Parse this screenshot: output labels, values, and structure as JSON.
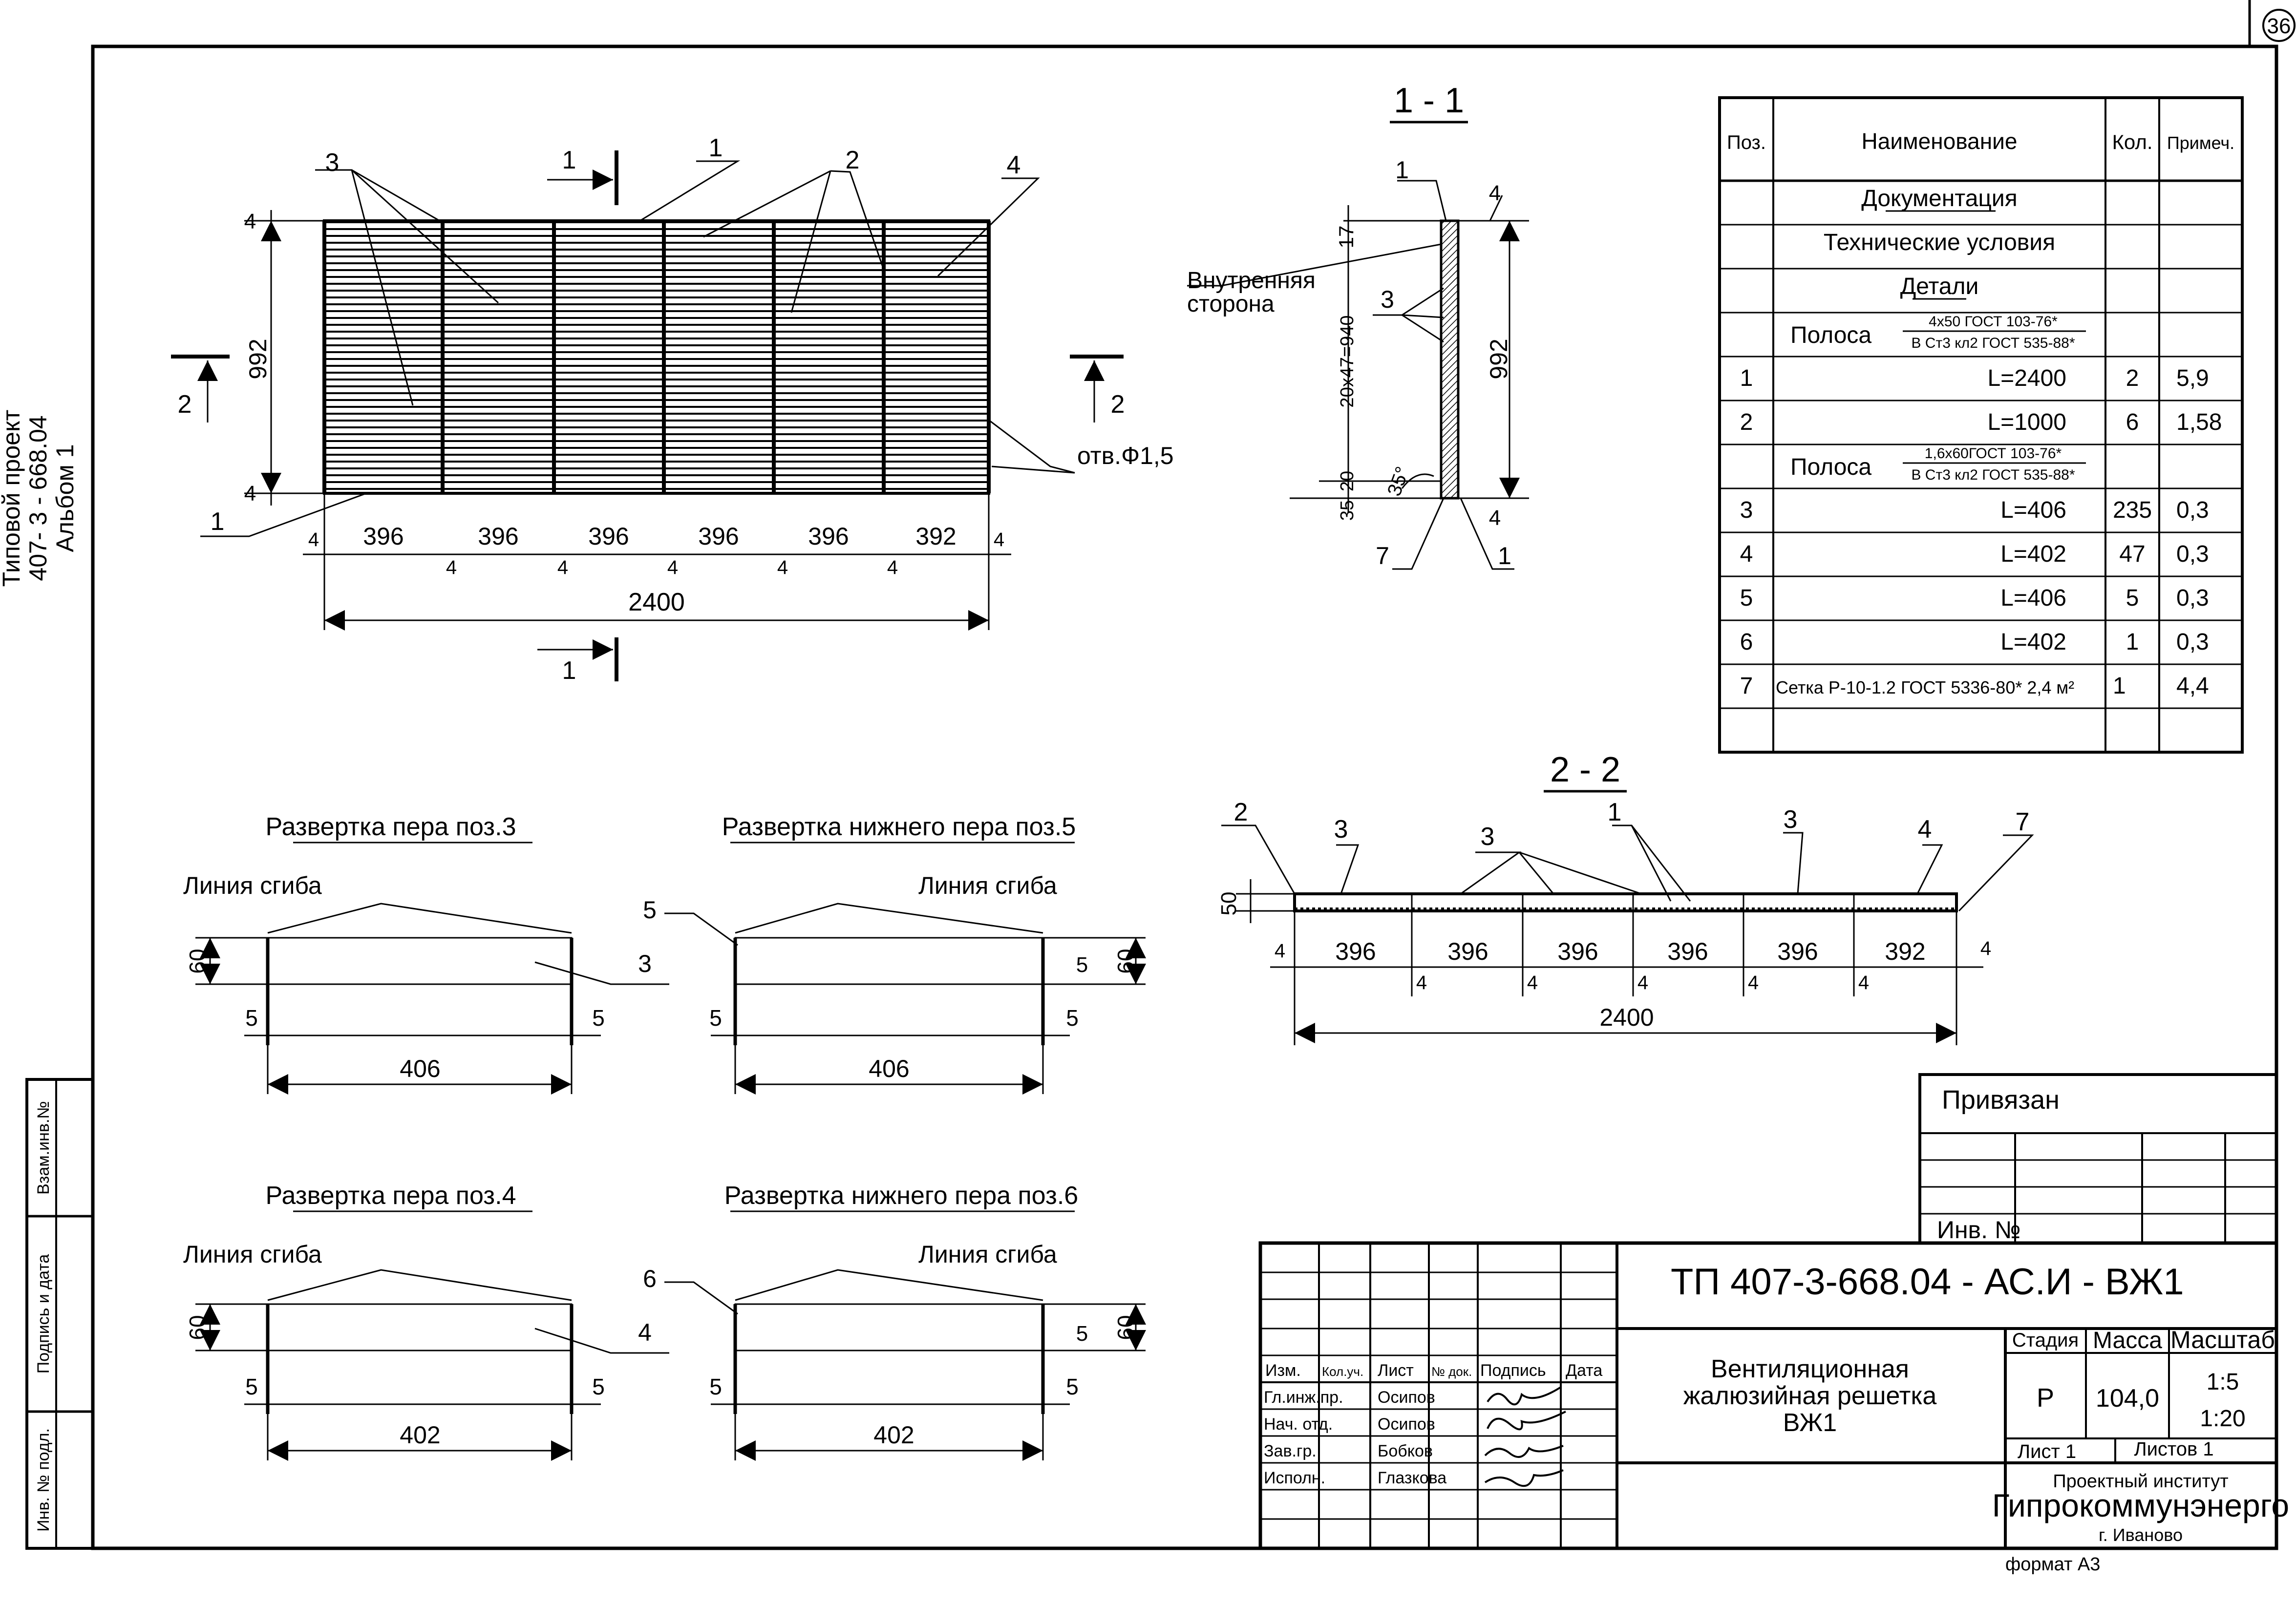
{
  "sheet": {
    "number": "36",
    "format": "формат А3",
    "side_note": [
      "Типовой проект",
      "407- 3 - 668.04",
      "Альбом 1"
    ]
  },
  "side_stamp": [
    "Взам.инв.№",
    "Подпись и дата",
    "Инв. № подл."
  ],
  "main_view": {
    "width": "2400",
    "height": "992",
    "spans": [
      "396",
      "396",
      "396",
      "396",
      "396",
      "392"
    ],
    "gap": "4",
    "hole_label": "отв.Ф1,5",
    "callouts": [
      "1",
      "1",
      "2",
      "2",
      "2",
      "3",
      "4",
      "1"
    ],
    "cut_marks": [
      "1",
      "1",
      "2",
      "2"
    ]
  },
  "section_1_1": {
    "title": "1 - 1",
    "inner_side": [
      "Внутренняя",
      "сторона"
    ],
    "dims": [
      "17",
      "20х47=940",
      "35",
      "20",
      "992",
      "4",
      "4"
    ],
    "angle": "35°",
    "callouts": [
      "1",
      "3",
      "7",
      "1"
    ]
  },
  "section_2_2": {
    "title": "2 - 2",
    "height": "50",
    "spans": [
      "396",
      "396",
      "396",
      "396",
      "396",
      "392"
    ],
    "total": "2400",
    "gap": "4",
    "callouts": [
      "2",
      "3",
      "3",
      "1",
      "3",
      "4",
      "7"
    ]
  },
  "unfoldings": [
    {
      "title": "Развертка пера поз.3",
      "fold": "Линия сгиба",
      "length": "406",
      "h": "60",
      "side": "5",
      "pos": "3"
    },
    {
      "title": "Развертка нижнего пера поз.5",
      "fold": "Линия сгиба",
      "length": "406",
      "h": "60",
      "side": "5",
      "pos": "5"
    },
    {
      "title": "Развертка пера поз.4",
      "fold": "Линия сгиба",
      "length": "402",
      "h": "60",
      "side": "5",
      "pos": "4"
    },
    {
      "title": "Развертка нижнего пера поз.6",
      "fold": "Линия сгиба",
      "length": "402",
      "h": "60",
      "side": "5",
      "pos": "6"
    }
  ],
  "spec": {
    "headers": [
      "Поз.",
      "Наименование",
      "Кол.",
      "Примеч."
    ],
    "rows": [
      {
        "pos": "",
        "name": "Документация",
        "qty": "",
        "note": ""
      },
      {
        "pos": "",
        "name": "Технические условия",
        "qty": "",
        "note": ""
      },
      {
        "pos": "",
        "name": "Детали",
        "qty": "",
        "note": ""
      },
      {
        "pos": "",
        "name": "Полоса",
        "frac_top": "4х50 ГОСТ 103-76*",
        "frac_bot": "В Ст3 кл2 ГОСТ 535-88*",
        "qty": "",
        "note": ""
      },
      {
        "pos": "1",
        "name": "L=2400",
        "qty": "2",
        "note": "5,9"
      },
      {
        "pos": "2",
        "name": "L=1000",
        "qty": "6",
        "note": "1,58"
      },
      {
        "pos": "",
        "name": "Полоса",
        "frac_top": "1,6х60ГОСТ 103-76*",
        "frac_bot": "В Ст3 кл2 ГОСТ 535-88*",
        "qty": "",
        "note": ""
      },
      {
        "pos": "3",
        "name": "L=406",
        "qty": "235",
        "note": "0,3"
      },
      {
        "pos": "4",
        "name": "L=402",
        "qty": "47",
        "note": "0,3"
      },
      {
        "pos": "5",
        "name": "L=406",
        "qty": "5",
        "note": "0,3"
      },
      {
        "pos": "6",
        "name": "L=402",
        "qty": "1",
        "note": "0,3"
      },
      {
        "pos": "7",
        "name": "Сетка Р-10-1.2 ГОСТ 5336-80* 2,4 м²",
        "qty": "1",
        "note": "4,4"
      },
      {
        "pos": "",
        "name": "",
        "qty": "",
        "note": ""
      }
    ]
  },
  "binding": {
    "title": "Привязан",
    "inv": "Инв. №"
  },
  "title_block": {
    "code": "ТП   407-3-668.04 - АС.И - ВЖ1",
    "name": [
      "Вентиляционная",
      "жалюзийная решетка",
      "ВЖ1"
    ],
    "col_headers": [
      "Изм.",
      "Кол.уч.",
      "Лист",
      "№ док.",
      "Подпись",
      "Дата"
    ],
    "people": [
      {
        "role": "Гл.инж.пр.",
        "name": "Осипов"
      },
      {
        "role": "Нач. отд.",
        "name": "Осипов"
      },
      {
        "role": "Зав.гр.",
        "name": "Бобков"
      },
      {
        "role": "Исполн.",
        "name": "Глазкова"
      }
    ],
    "stage_label": "Стадия",
    "mass_label": "Масса",
    "scale_label": "Масштаб",
    "stage": "Р",
    "mass": "104,0",
    "scale": [
      "1:5",
      "1:20"
    ],
    "sheet": "Лист 1",
    "sheets": "Листов 1",
    "org": [
      "Проектный институт",
      "Гипрокоммунэнерго",
      "г. Иваново"
    ]
  }
}
